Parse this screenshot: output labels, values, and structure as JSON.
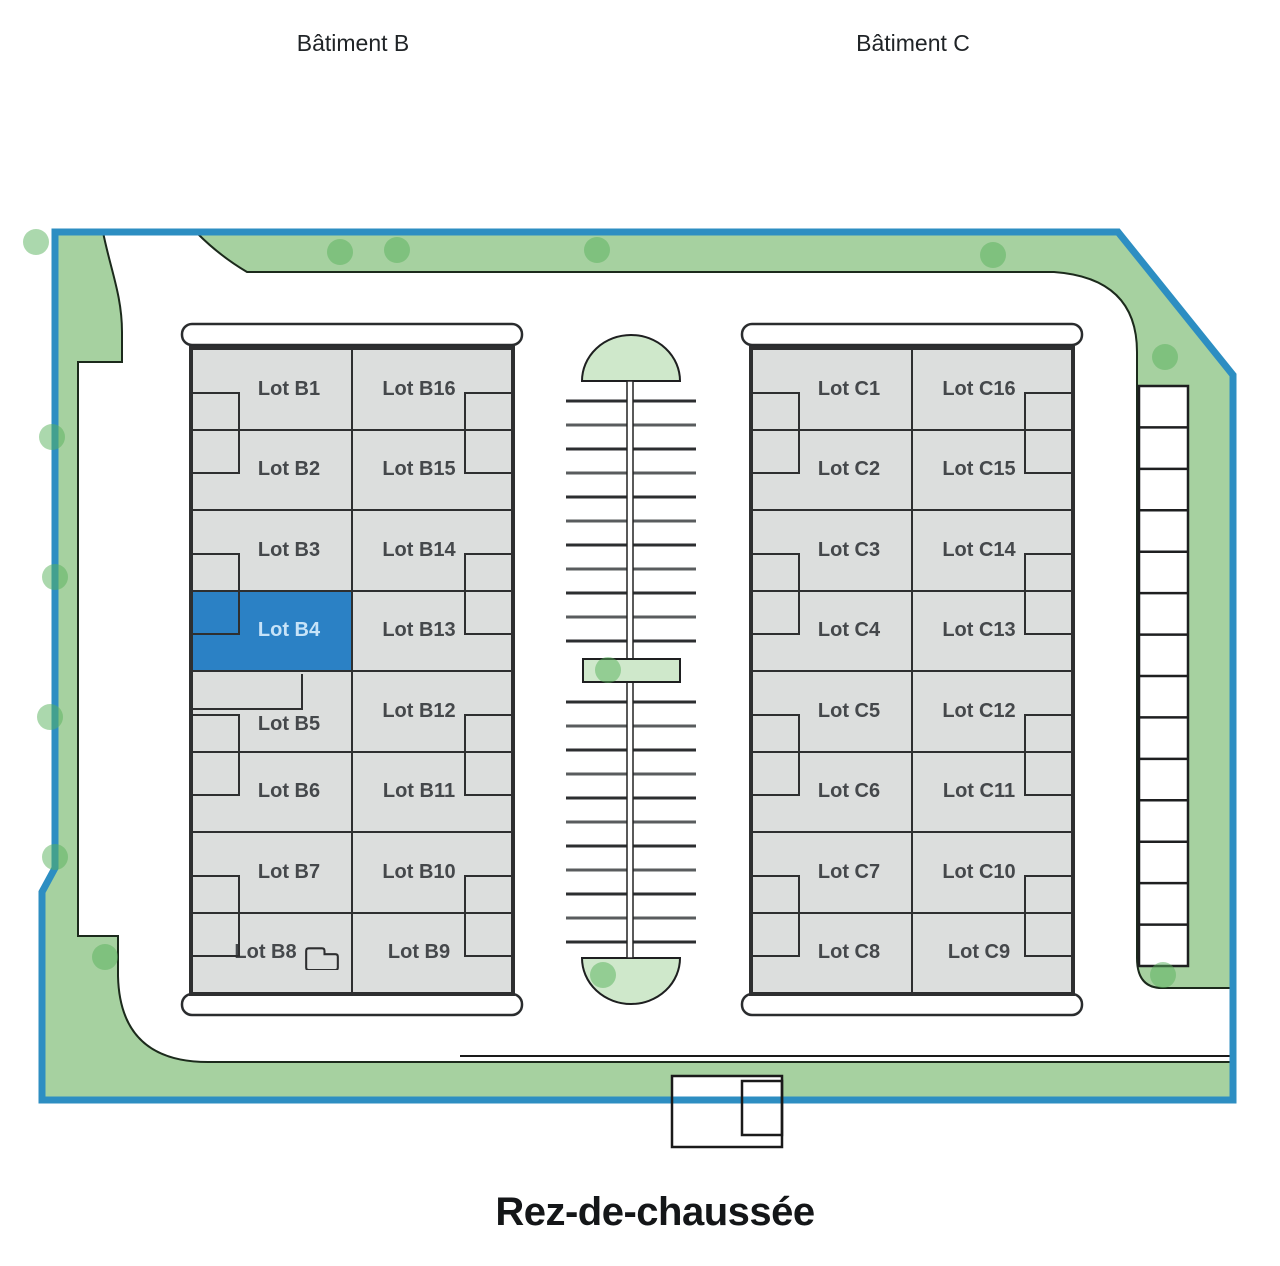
{
  "floor_label": "Rez-de-chaussée",
  "buildings": [
    {
      "name": "Bâtiment B",
      "left_column": [
        "Lot B1",
        "Lot B2",
        "Lot B3",
        "Lot B4",
        "Lot B5",
        "Lot B6",
        "Lot B7",
        "Lot B8"
      ],
      "right_column": [
        "Lot B16",
        "Lot B15",
        "Lot B14",
        "Lot B13",
        "Lot B12",
        "Lot B11",
        "Lot B10",
        "Lot B9"
      ],
      "selected_lot": "Lot B4",
      "stairs_lot": "Lot B8",
      "offset_label_lot": "Lot B5"
    },
    {
      "name": "Bâtiment C",
      "left_column": [
        "Lot C1",
        "Lot C2",
        "Lot C3",
        "Lot C4",
        "Lot C5",
        "Lot C6",
        "Lot C7",
        "Lot C8"
      ],
      "right_column": [
        "Lot C16",
        "Lot C15",
        "Lot C14",
        "Lot C13",
        "Lot C12",
        "Lot C11",
        "Lot C10",
        "Lot C9"
      ],
      "selected_lot": null,
      "stairs_lot": null,
      "offset_label_lot": null
    }
  ],
  "colors": {
    "boundary_blue": "#2d8ec2",
    "landscape_green": "#a6d1a0",
    "island_green": "#cfe8cb",
    "tree_green": "#57b25b",
    "selected_lot_fill": "#2b81c5",
    "selected_lot_text": "#c7e3f8",
    "lot_fill": "#dcdedd",
    "wall_color": "#2e2f30",
    "lot_label_color": "#45484b"
  }
}
